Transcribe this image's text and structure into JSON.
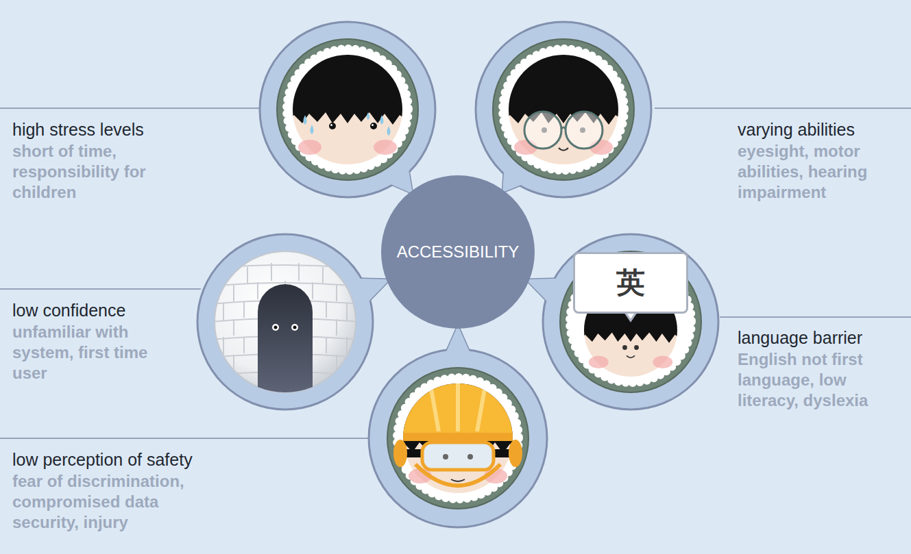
{
  "diagram": {
    "nodes": [
      {
        "text": [
          "ACCESSIBILITY"
        ]
      },
      {
        "text": [
          "英"
        ]
      }
    ],
    "labels": [
      "high stress levels",
      "short of time, responsibility for children",
      "low confidence",
      "unfamiliar with system, first time user",
      "low perception of safety",
      "fear of discrimination, compromised data security, injury",
      "varying abilities",
      "eyesight, motor abilities, hearing impairment",
      "language barrier",
      "English not first language, low literacy, dyslexia"
    ]
  }
}
